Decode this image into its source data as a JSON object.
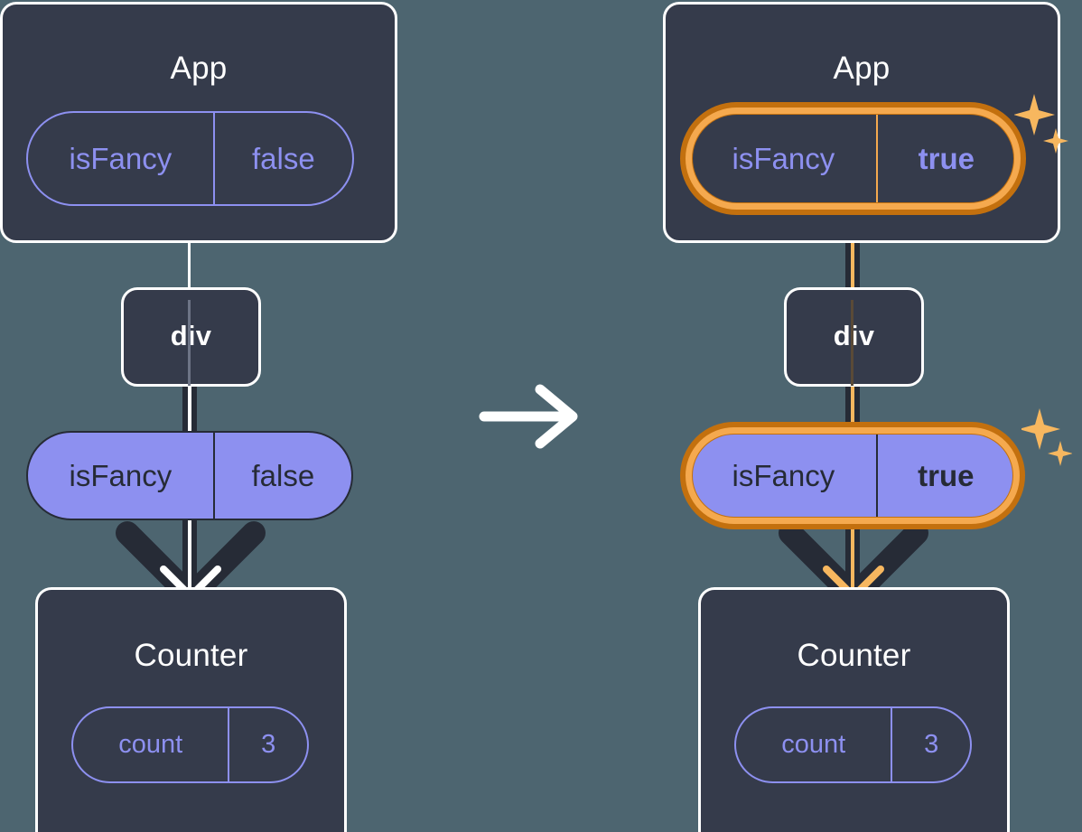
{
  "diagram": {
    "title": "React state update propagation diagram",
    "transition_icon": "arrow-right-icon",
    "colors": {
      "background": "#4d6570",
      "card": "#353b4b",
      "card_border": "#ffffff",
      "accent_purple": "#8d90f0",
      "highlight_orange_outer": "#c3700e",
      "highlight_orange_inner": "#f5a94e",
      "accent_amber": "#f7b75f",
      "line_dark": "#262b36"
    }
  },
  "panels": [
    {
      "id": "before",
      "app": {
        "title": "App",
        "pill": {
          "key": "isFancy",
          "value": "false",
          "highlighted": false,
          "bold_value": false
        }
      },
      "div": {
        "title": "div"
      },
      "state_pill": {
        "key": "isFancy",
        "value": "false",
        "highlighted": false,
        "bold_value": false
      },
      "counter": {
        "title": "Counter",
        "pill": {
          "key": "count",
          "value": "3",
          "highlighted": false,
          "bold_value": false
        }
      },
      "sparkles_visible": false,
      "arrow_accent": false
    },
    {
      "id": "after",
      "app": {
        "title": "App",
        "pill": {
          "key": "isFancy",
          "value": "true",
          "highlighted": true,
          "bold_value": true
        }
      },
      "div": {
        "title": "div"
      },
      "state_pill": {
        "key": "isFancy",
        "value": "true",
        "highlighted": true,
        "bold_value": true
      },
      "counter": {
        "title": "Counter",
        "pill": {
          "key": "count",
          "value": "3",
          "highlighted": false,
          "bold_value": false
        }
      },
      "sparkles_visible": true,
      "arrow_accent": true
    }
  ]
}
